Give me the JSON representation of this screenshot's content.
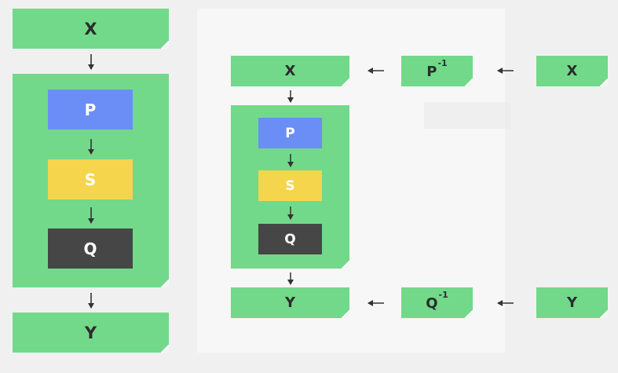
{
  "left": {
    "input": "X",
    "blocks": [
      "P",
      "S",
      "Q"
    ],
    "output": "Y"
  },
  "right": {
    "input": "X",
    "blocks": [
      "P",
      "S",
      "Q"
    ],
    "output": "Y",
    "p_inverse": {
      "base": "P",
      "exp": "-1"
    },
    "q_inverse": {
      "base": "Q",
      "exp": "-1"
    },
    "source_x": "X",
    "source_y": "Y"
  },
  "colors": {
    "green": "#72d98a",
    "blue": "#6b8ef6",
    "yellow": "#f4d54c",
    "dark": "#464646",
    "arrow": "#333333"
  }
}
